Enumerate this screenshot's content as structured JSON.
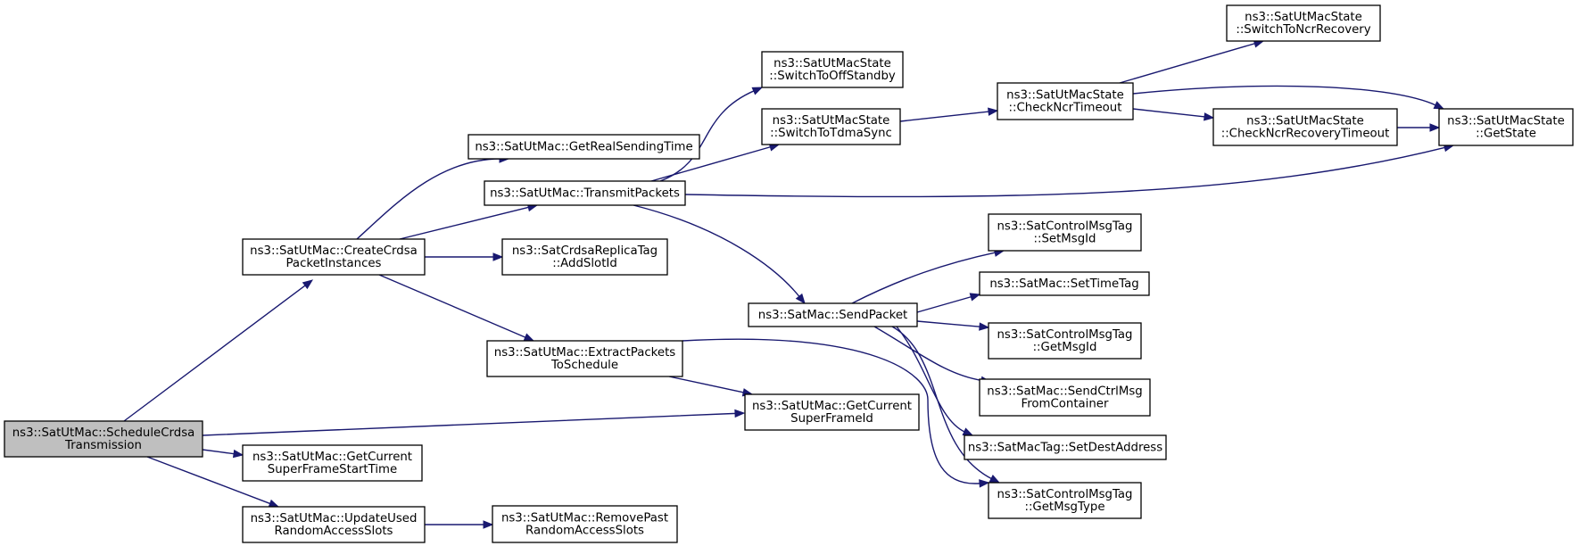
{
  "colors": {
    "edge": "#191970",
    "root_fill": "#bfbfbf",
    "node_fill": "#ffffff",
    "node_stroke": "#000000"
  },
  "nodes": [
    {
      "id": "schedule_crdsa",
      "lines": [
        "ns3::SatUtMac::ScheduleCrdsa",
        "Transmission"
      ],
      "root": true
    },
    {
      "id": "create_crdsa",
      "lines": [
        "ns3::SatUtMac::CreateCrdsa",
        "PacketInstances"
      ]
    },
    {
      "id": "get_current_sfst",
      "lines": [
        "ns3::SatUtMac::GetCurrent",
        "SuperFrameStartTime"
      ]
    },
    {
      "id": "update_used_ras",
      "lines": [
        "ns3::SatUtMac::UpdateUsed",
        "RandomAccessSlots"
      ]
    },
    {
      "id": "get_real_sending",
      "lines": [
        "ns3::SatUtMac::GetRealSendingTime"
      ]
    },
    {
      "id": "transmit_packets",
      "lines": [
        "ns3::SatUtMac::TransmitPackets"
      ]
    },
    {
      "id": "add_slot_id",
      "lines": [
        "ns3::SatCrdsaReplicaTag",
        "::AddSlotId"
      ]
    },
    {
      "id": "extract_packets",
      "lines": [
        "ns3::SatUtMac::ExtractPackets",
        "ToSchedule"
      ]
    },
    {
      "id": "remove_past_ras",
      "lines": [
        "ns3::SatUtMac::RemovePast",
        "RandomAccessSlots"
      ]
    },
    {
      "id": "switch_off_standby",
      "lines": [
        "ns3::SatUtMacState",
        "::SwitchToOffStandby"
      ]
    },
    {
      "id": "switch_tdma_sync",
      "lines": [
        "ns3::SatUtMacState",
        "::SwitchToTdmaSync"
      ]
    },
    {
      "id": "send_packet",
      "lines": [
        "ns3::SatMac::SendPacket"
      ]
    },
    {
      "id": "get_current_sfid",
      "lines": [
        "ns3::SatUtMac::GetCurrent",
        "SuperFrameId"
      ]
    },
    {
      "id": "check_ncr_timeout",
      "lines": [
        "ns3::SatUtMacState",
        "::CheckNcrTimeout"
      ]
    },
    {
      "id": "set_msg_id",
      "lines": [
        "ns3::SatControlMsgTag",
        "::SetMsgId"
      ]
    },
    {
      "id": "set_time_tag",
      "lines": [
        "ns3::SatMac::SetTimeTag"
      ]
    },
    {
      "id": "get_msg_id",
      "lines": [
        "ns3::SatControlMsgTag",
        "::GetMsgId"
      ]
    },
    {
      "id": "send_ctrl_msg",
      "lines": [
        "ns3::SatMac::SendCtrlMsg",
        "FromContainer"
      ]
    },
    {
      "id": "set_dest_address",
      "lines": [
        "ns3::SatMacTag::SetDestAddress"
      ]
    },
    {
      "id": "get_msg_type",
      "lines": [
        "ns3::SatControlMsgTag",
        "::GetMsgType"
      ]
    },
    {
      "id": "switch_ncr_recovery",
      "lines": [
        "ns3::SatUtMacState",
        "::SwitchToNcrRecovery"
      ]
    },
    {
      "id": "check_ncr_recovery_timeout",
      "lines": [
        "ns3::SatUtMacState",
        "::CheckNcrRecoveryTimeout"
      ]
    },
    {
      "id": "get_state",
      "lines": [
        "ns3::SatUtMacState",
        "::GetState"
      ]
    }
  ],
  "edges": [
    [
      "schedule_crdsa",
      "create_crdsa"
    ],
    [
      "schedule_crdsa",
      "get_current_sfid"
    ],
    [
      "schedule_crdsa",
      "get_current_sfst"
    ],
    [
      "schedule_crdsa",
      "update_used_ras"
    ],
    [
      "create_crdsa",
      "get_real_sending"
    ],
    [
      "create_crdsa",
      "transmit_packets"
    ],
    [
      "create_crdsa",
      "add_slot_id"
    ],
    [
      "create_crdsa",
      "extract_packets"
    ],
    [
      "update_used_ras",
      "remove_past_ras"
    ],
    [
      "transmit_packets",
      "switch_off_standby"
    ],
    [
      "transmit_packets",
      "switch_tdma_sync"
    ],
    [
      "transmit_packets",
      "get_state"
    ],
    [
      "transmit_packets",
      "send_packet"
    ],
    [
      "extract_packets",
      "get_current_sfid"
    ],
    [
      "extract_packets",
      "get_msg_type"
    ],
    [
      "switch_tdma_sync",
      "check_ncr_timeout"
    ],
    [
      "check_ncr_timeout",
      "switch_ncr_recovery"
    ],
    [
      "check_ncr_timeout",
      "get_state"
    ],
    [
      "check_ncr_timeout",
      "check_ncr_recovery_timeout"
    ],
    [
      "check_ncr_recovery_timeout",
      "get_state"
    ],
    [
      "send_packet",
      "set_msg_id"
    ],
    [
      "send_packet",
      "set_time_tag"
    ],
    [
      "send_packet",
      "get_msg_id"
    ],
    [
      "send_packet",
      "send_ctrl_msg"
    ],
    [
      "send_packet",
      "set_dest_address"
    ],
    [
      "send_packet",
      "get_msg_type"
    ]
  ]
}
